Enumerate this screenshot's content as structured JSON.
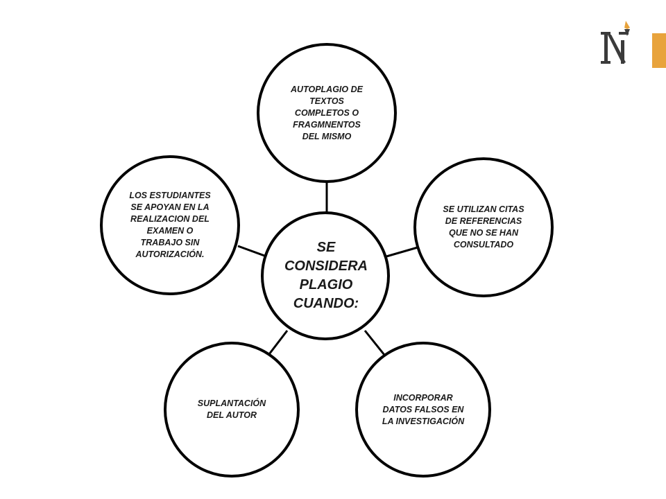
{
  "diagram": {
    "center": "SE\nCONSIDERA\nPLAGIO\nCUANDO:",
    "nodes": {
      "top": "AUTOPLAGIO  DE\nTEXTOS\nCOMPLETOS  O\nFRAGMNENTOS\nDEL MISMO",
      "right": "SE UTILIZAN CITAS\nDE REFERENCIAS\nQUE NO SE HAN\nCONSULTADO",
      "bottom_right": "INCORPORAR\nDATOS FALSOS EN\nLA INVESTIGACIÓN",
      "bottom_left": "SUPLANTACIÓN\nDEL AUTOR",
      "left": "LOS ESTUDIANTES\nSE APOYAN  EN LA\nREALIZACION DEL\nEXAMEN  O\nTRABAJO SIN\nAUTORIZACIÓN."
    }
  },
  "colors": {
    "stroke": "#000000",
    "logo_dark": "#3b3b3b",
    "logo_accent": "#e8a33c"
  },
  "logo": {
    "icon": "n-letter-logo-icon"
  }
}
